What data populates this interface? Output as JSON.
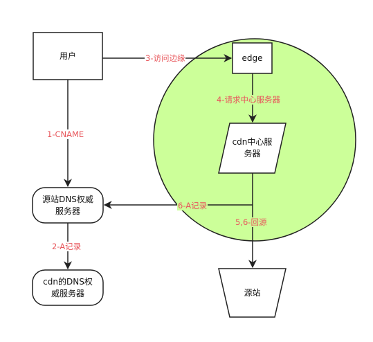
{
  "colors": {
    "edge_label": "#e8575c",
    "cdn_region_fill": "#ccff99",
    "stroke": "#222222",
    "node_fill": "#ffffff"
  },
  "nodes": {
    "user": "用户",
    "edge": "edge",
    "cdn_center": "cdn中心服\n务器",
    "origin_dns": "源站DNS权威\n服务器",
    "cdn_dns": "cdn的DNS权\n威服务器",
    "origin": "源站"
  },
  "edges": {
    "visit_edge": "3-访问边缘",
    "request_center": "4-请求中心服务器",
    "cname": "1-CNAME",
    "a_record_6": "6-A记录",
    "a_record_2": "2-A记录",
    "back_to_origin": "5,6-回源"
  }
}
